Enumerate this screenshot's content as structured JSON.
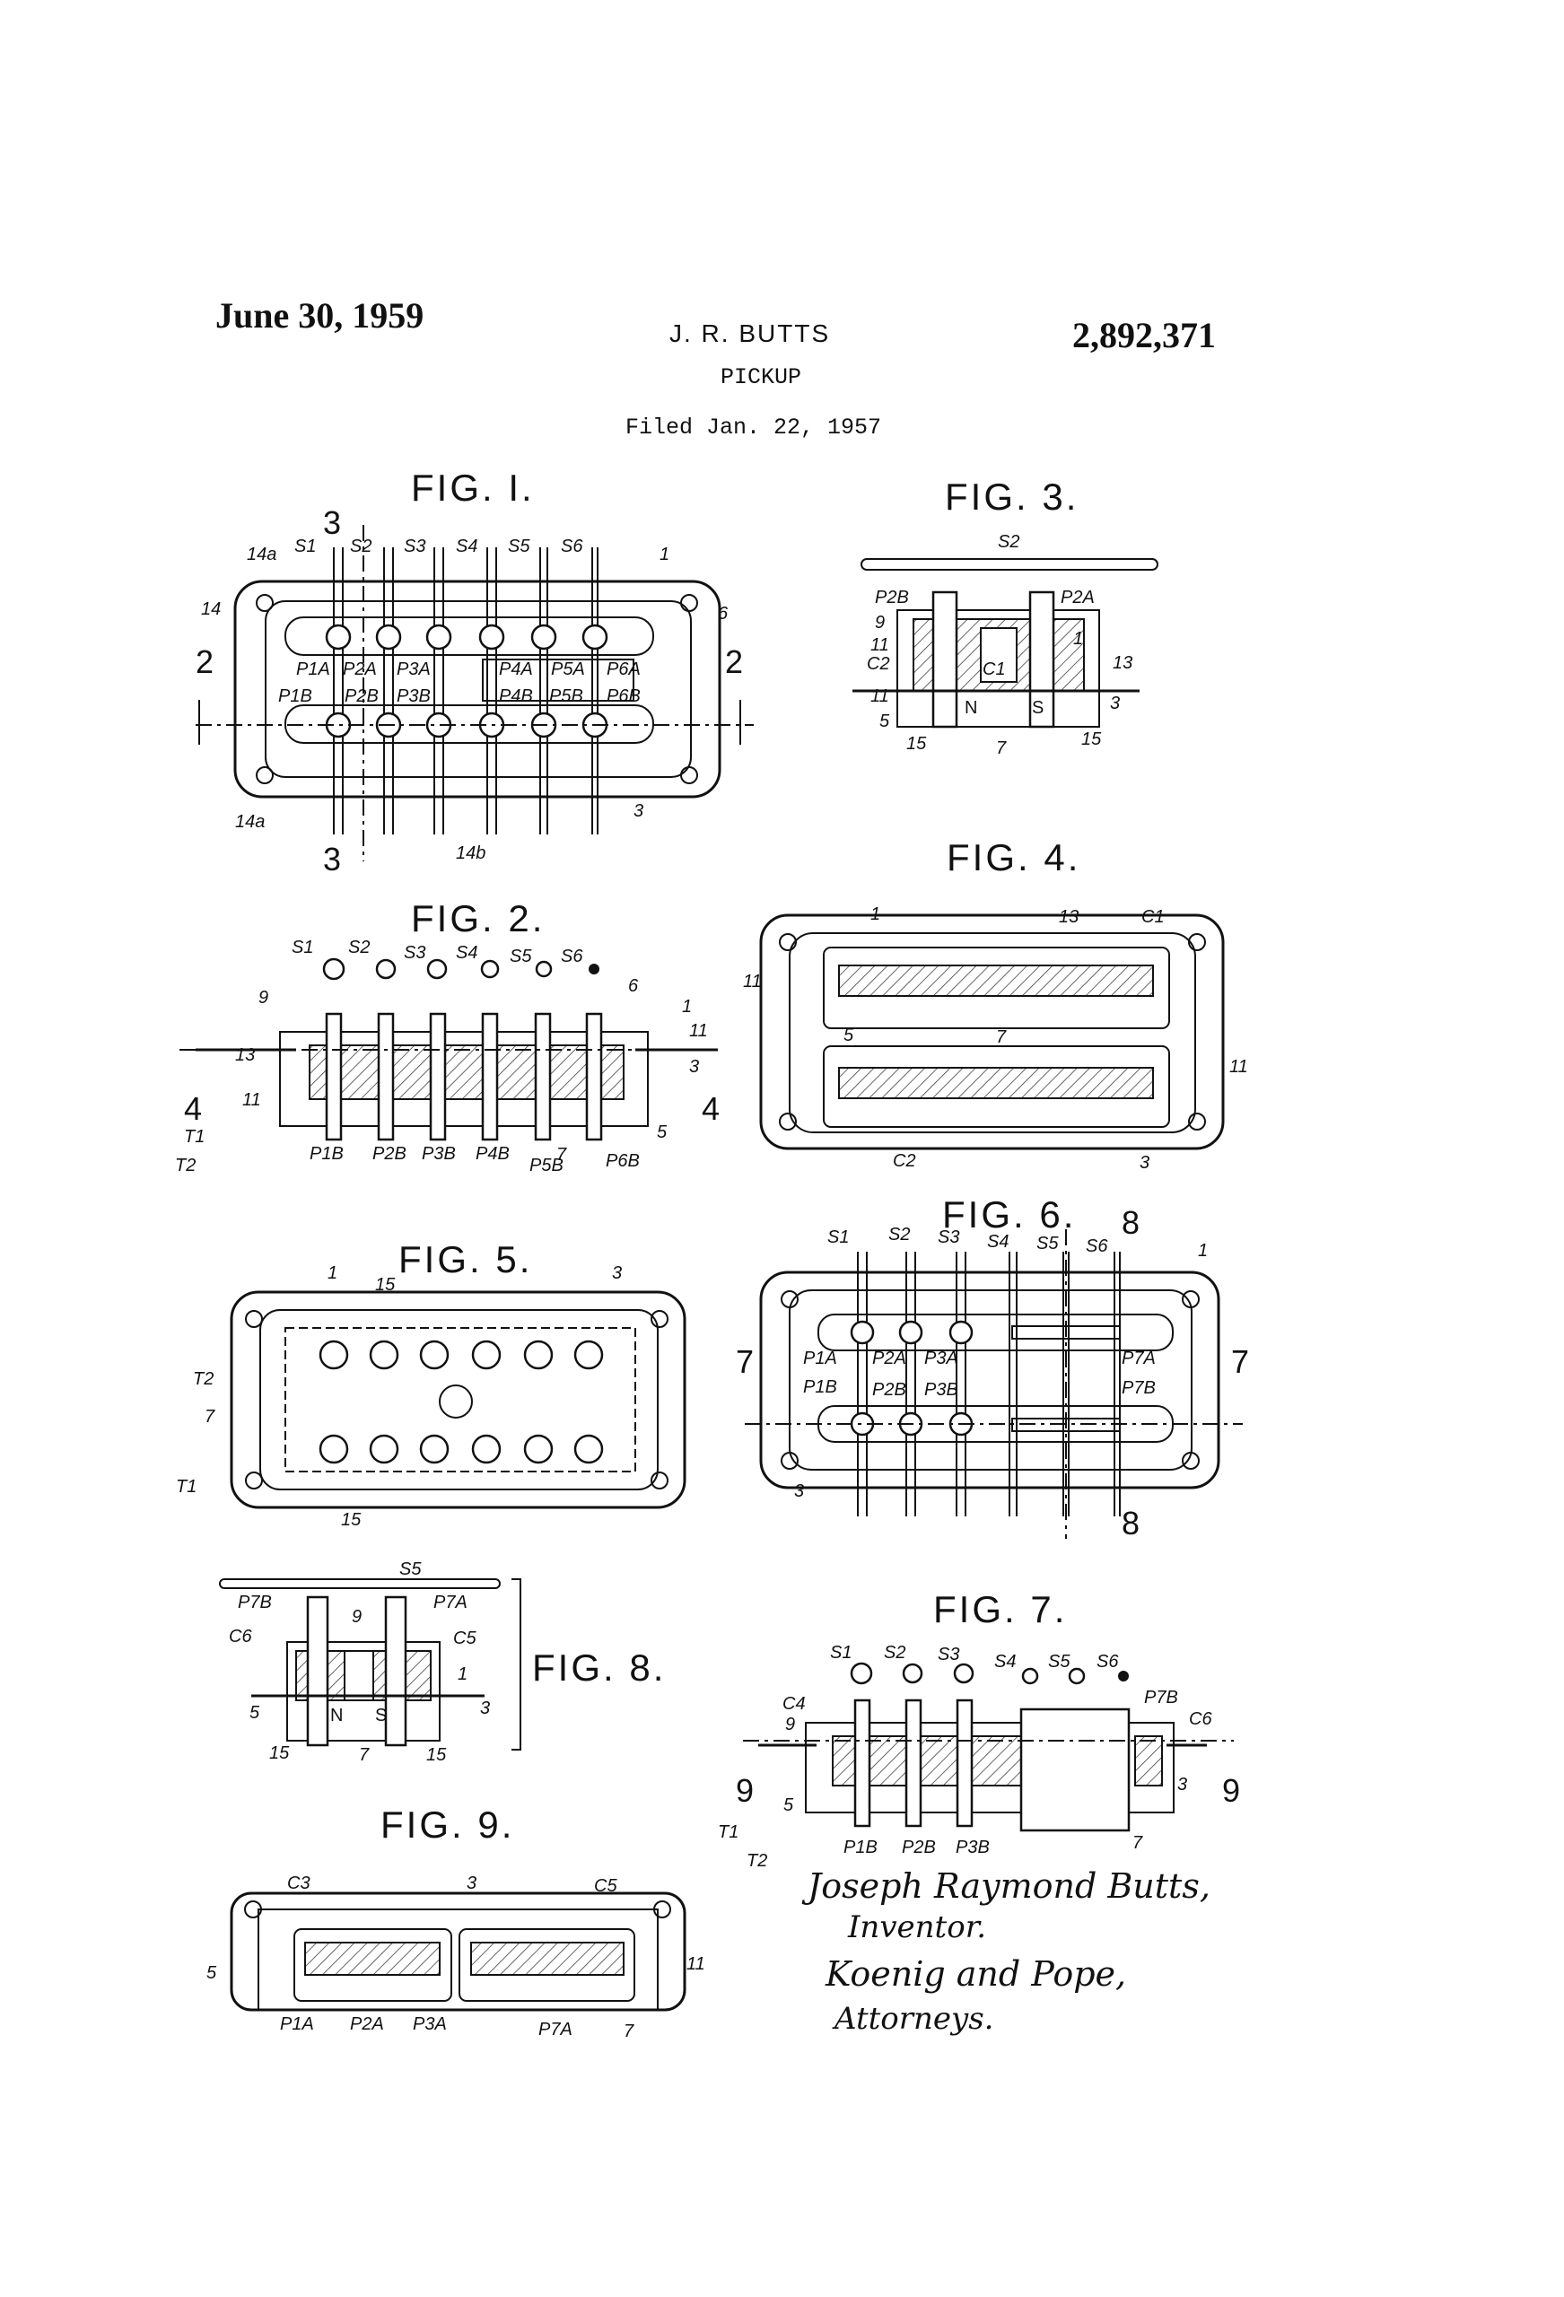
{
  "header": {
    "date": "June 30, 1959",
    "inventor": "J. R. BUTTS",
    "title": "PICKUP",
    "filed": "Filed Jan. 22, 1957",
    "patent_no": "2,892,371"
  },
  "figures": {
    "fig1": "FIG. I.",
    "fig2": "FIG. 2.",
    "fig3": "FIG. 3.",
    "fig4": "FIG. 4.",
    "fig5": "FIG. 5.",
    "fig6": "FIG. 6.",
    "fig7": "FIG. 7.",
    "fig8": "FIG. 8.",
    "fig9": "FIG. 9."
  },
  "labels": {
    "fig1": [
      "14a",
      "S1",
      "S2",
      "S3",
      "S4",
      "S5",
      "S6",
      "1",
      "14",
      "6",
      "P1A",
      "P2A",
      "P3A",
      "P4A",
      "P5A",
      "P6A",
      "P1B",
      "P2B",
      "P3B",
      "P4B",
      "P5B",
      "P6B",
      "14a",
      "14b",
      "3",
      "2",
      "2",
      "3",
      "3"
    ],
    "fig2": [
      "S1",
      "S2",
      "S3",
      "S4",
      "S5",
      "S6",
      "9",
      "6",
      "1",
      "11",
      "13",
      "11",
      "3",
      "5",
      "T1",
      "T2",
      "P1B",
      "P2B",
      "P3B",
      "P4B",
      "P5B",
      "7",
      "P6B",
      "4",
      "4"
    ],
    "fig3": [
      "S2",
      "P2B",
      "P2A",
      "9",
      "11",
      "C2",
      "C1",
      "1",
      "13",
      "11",
      "3",
      "5",
      "N",
      "S",
      "15",
      "7",
      "15"
    ],
    "fig4": [
      "1",
      "13",
      "C1",
      "11",
      "5",
      "7",
      "11",
      "C2",
      "3"
    ],
    "fig5": [
      "1",
      "15",
      "3",
      "T2",
      "7",
      "T1",
      "15"
    ],
    "fig6": [
      "S1",
      "S2",
      "S3",
      "S4",
      "S5",
      "S6",
      "8",
      "1",
      "P1A",
      "P2A",
      "P3A",
      "P1B",
      "P2B",
      "P3B",
      "P7A",
      "P7B",
      "7",
      "7",
      "3",
      "8"
    ],
    "fig7": [
      "S1",
      "S2",
      "S3",
      "S4",
      "S5",
      "S6",
      "P7B",
      "C4",
      "C6",
      "9",
      "9",
      "5",
      "3",
      "T1",
      "T2",
      "P1B",
      "P2B",
      "P3B",
      "7"
    ],
    "fig8": [
      "S5",
      "P7B",
      "P7A",
      "9",
      "C6",
      "C5",
      "1",
      "3",
      "5",
      "N",
      "S",
      "7",
      "15",
      "15"
    ],
    "fig9": [
      "C3",
      "3",
      "C5",
      "5",
      "11",
      "P1A",
      "P2A",
      "P3A",
      "P7A",
      "7"
    ]
  },
  "signature": {
    "inventor_name": "Joseph Raymond Butts,",
    "inventor_role": "Inventor.",
    "attorney_name": "Koenig and Pope,",
    "attorney_role": "Attorneys."
  }
}
